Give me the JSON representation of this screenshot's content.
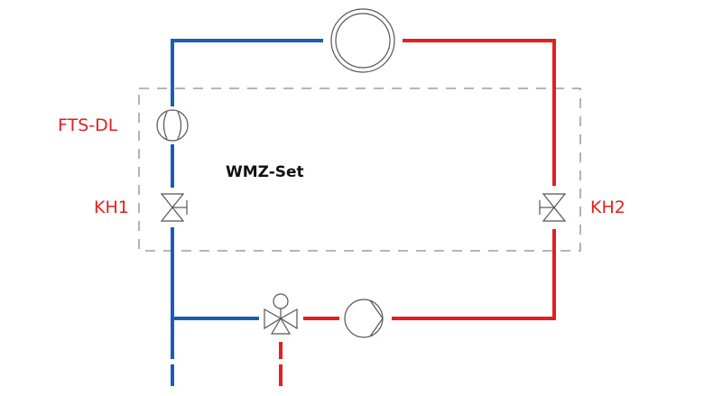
{
  "diagram": {
    "title": "WMZ-Set",
    "labels": {
      "flow_sensor": "FTS-DL",
      "valve_left": "KH1",
      "valve_right": "KH2"
    },
    "components": [
      {
        "id": "consumer",
        "type": "heat-exchanger-circle"
      },
      {
        "id": "flow_sensor",
        "type": "flow-sensor",
        "label": "FTS-DL"
      },
      {
        "id": "valve_left",
        "type": "ball-valve",
        "label": "KH1"
      },
      {
        "id": "valve_right",
        "type": "ball-valve",
        "label": "KH2"
      },
      {
        "id": "mixing_valve",
        "type": "three-way-mixing-valve"
      },
      {
        "id": "pump",
        "type": "circulation-pump"
      }
    ],
    "colors": {
      "return_pipe": "#1a5db5",
      "supply_pipe": "#e3201f",
      "label_text": "#e3201f",
      "title_text": "#111111",
      "symbol_stroke": "#555555",
      "boundary": "#8a8a8a"
    }
  }
}
